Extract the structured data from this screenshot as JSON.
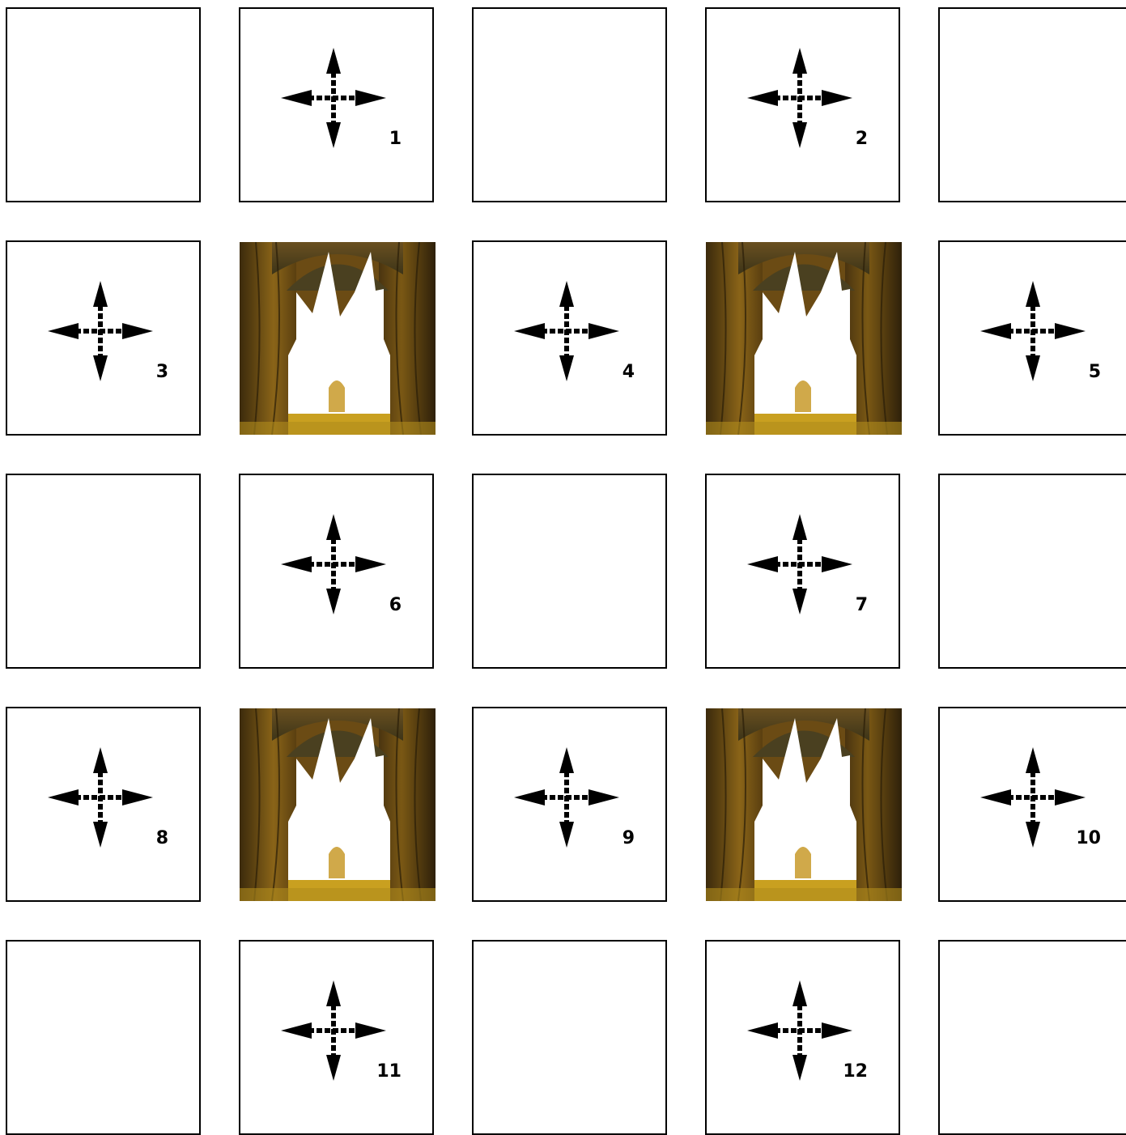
{
  "board": {
    "tiles": [
      {
        "type": "blank"
      },
      {
        "type": "arrow",
        "label": "1"
      },
      {
        "type": "blank"
      },
      {
        "type": "arrow",
        "label": "2"
      },
      {
        "type": "blank"
      },
      {
        "type": "arrow",
        "label": "3"
      },
      {
        "type": "image",
        "icon": "gothic-archway-image"
      },
      {
        "type": "arrow",
        "label": "4"
      },
      {
        "type": "image",
        "icon": "gothic-archway-image"
      },
      {
        "type": "arrow",
        "label": "5"
      },
      {
        "type": "blank"
      },
      {
        "type": "arrow",
        "label": "6"
      },
      {
        "type": "blank"
      },
      {
        "type": "arrow",
        "label": "7"
      },
      {
        "type": "blank"
      },
      {
        "type": "arrow",
        "label": "8"
      },
      {
        "type": "image",
        "icon": "gothic-archway-image"
      },
      {
        "type": "arrow",
        "label": "9"
      },
      {
        "type": "image",
        "icon": "gothic-archway-image"
      },
      {
        "type": "arrow",
        "label": "10"
      },
      {
        "type": "blank"
      },
      {
        "type": "arrow",
        "label": "11"
      },
      {
        "type": "blank"
      },
      {
        "type": "arrow",
        "label": "12"
      },
      {
        "type": "blank"
      }
    ],
    "colors": {
      "border": "#000000",
      "arch_gold": "#a87a1e",
      "arch_dark": "#3a2a0e",
      "floor_gold": "#c9a020"
    },
    "arrow_icon": "four-way-move-arrow-icon"
  }
}
